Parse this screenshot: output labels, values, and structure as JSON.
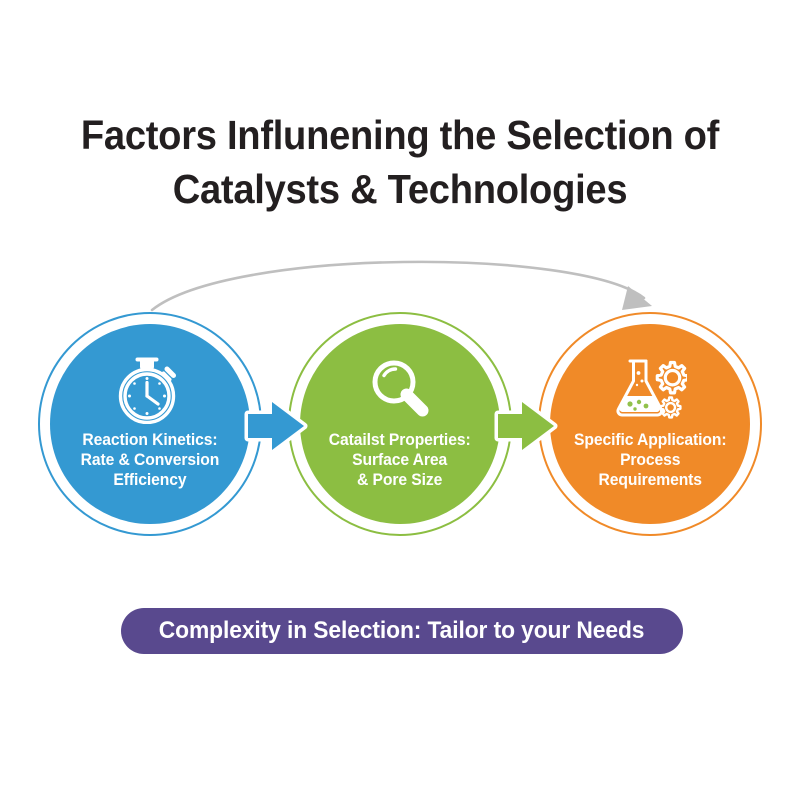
{
  "title": {
    "line1": "Factors Influnening the Selection of",
    "line2": "Catalysts & Technologies"
  },
  "colors": {
    "background": "#FFFFFF",
    "title_text": "#231F20",
    "node1": "#3499D2",
    "node2": "#8CBE42",
    "node3": "#F08A28",
    "banner": "#59498E",
    "curve_arrow": "#BFBFBF",
    "node_text": "#FFFFFF"
  },
  "flow": {
    "curve_arrow_name": "process-overview-arrow",
    "nodes": [
      {
        "id": "reaction-kinetics",
        "icon": "stopwatch-icon",
        "color": "#3499D2",
        "lines": [
          "Reaction Kinetics:",
          "Rate & Conversion",
          "Efficiency"
        ]
      },
      {
        "id": "catalyst-properties",
        "icon": "magnifying-glass-icon",
        "color": "#8CBE42",
        "lines": [
          "Catailst Properties:",
          "Surface Area",
          "& Pore Size"
        ]
      },
      {
        "id": "specific-application",
        "icon": "flask-gears-icon",
        "color": "#F08A28",
        "lines": [
          "Specific Application:",
          "Process",
          "Requirements"
        ]
      }
    ],
    "connectors": [
      {
        "id": "connector-1",
        "color": "#3499D2",
        "direction": "right"
      },
      {
        "id": "connector-2",
        "color": "#8CBE42",
        "direction": "right"
      }
    ]
  },
  "banner": {
    "text": "Complexity in Selection: Tailor to your Needs"
  }
}
